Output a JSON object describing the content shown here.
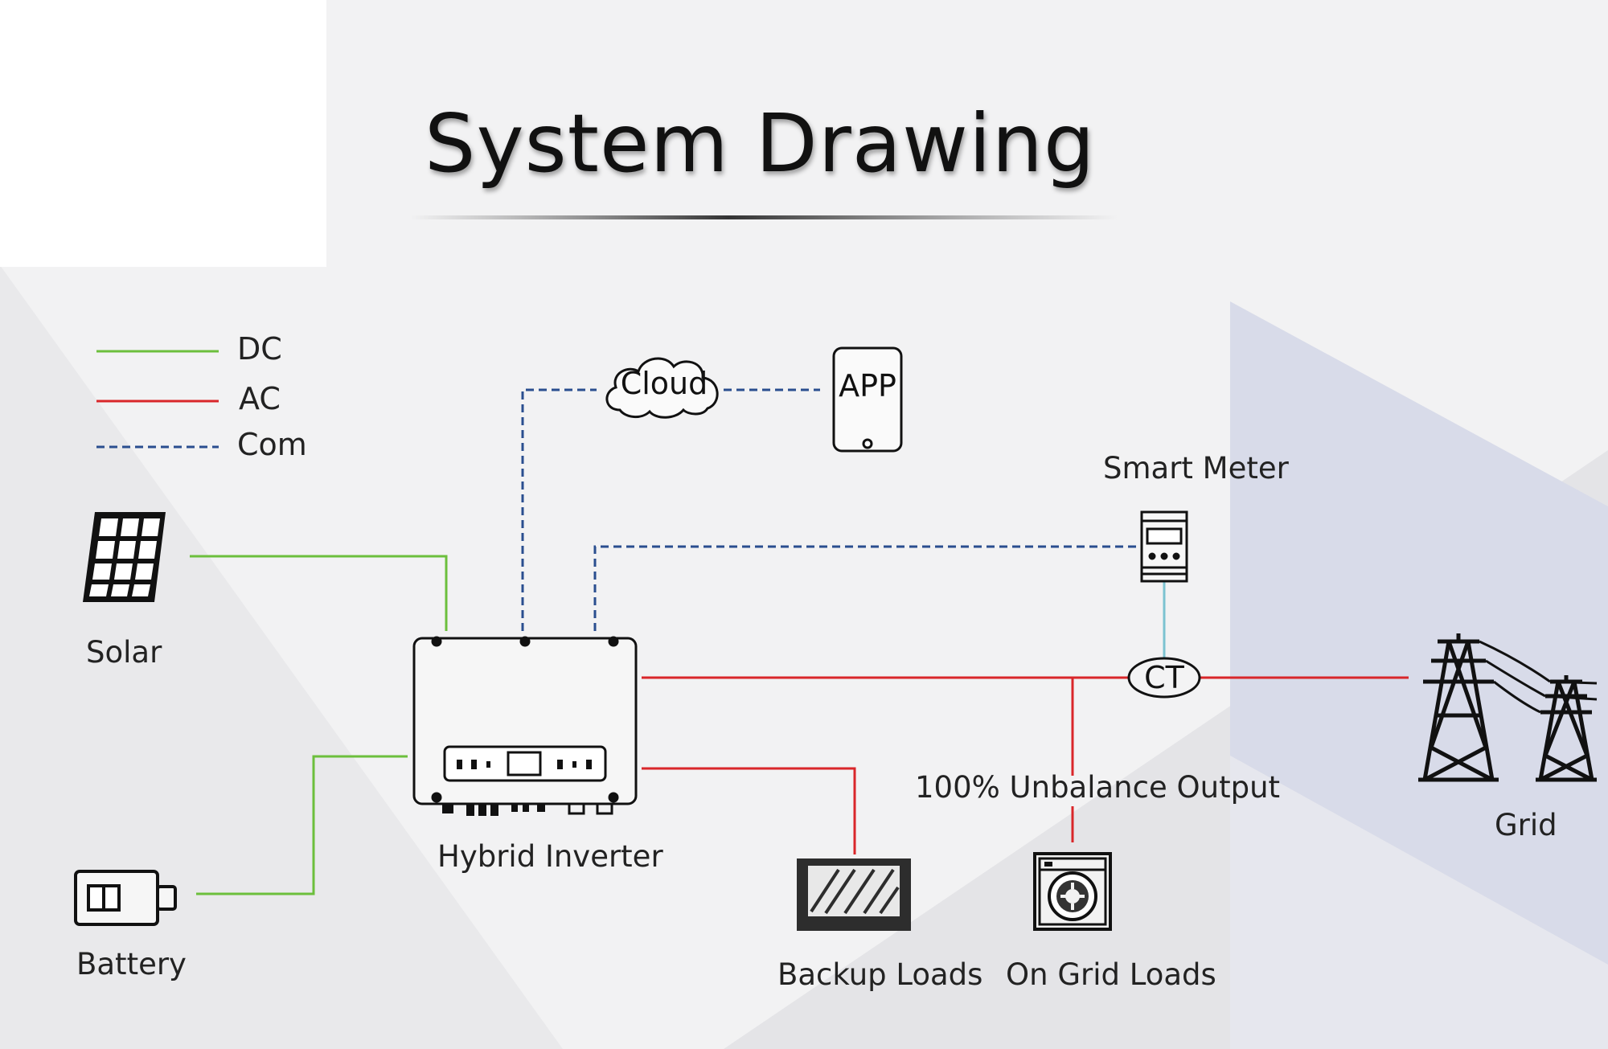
{
  "title": "System Drawing",
  "legend": [
    {
      "label": "DC",
      "color": "#6cbf3c",
      "style": "solid"
    },
    {
      "label": "AC",
      "color": "#d9262a",
      "style": "solid"
    },
    {
      "label": "Com",
      "color": "#2a4e8f",
      "style": "dashed"
    }
  ],
  "nodes": {
    "cloud": "Cloud",
    "app": "APP",
    "smart_meter": "Smart Meter",
    "solar": "Solar",
    "ct": "CT",
    "grid": "Grid",
    "hybrid_inverter": "Hybrid Inverter",
    "unbalance": "100% Unbalance Output",
    "battery": "Battery",
    "backup_loads": "Backup Loads",
    "on_grid_loads": "On Grid Loads"
  },
  "colors": {
    "dc": "#6cbf3c",
    "ac": "#d9262a",
    "com": "#2a4e8f",
    "meter_link": "#7cc3d1"
  }
}
